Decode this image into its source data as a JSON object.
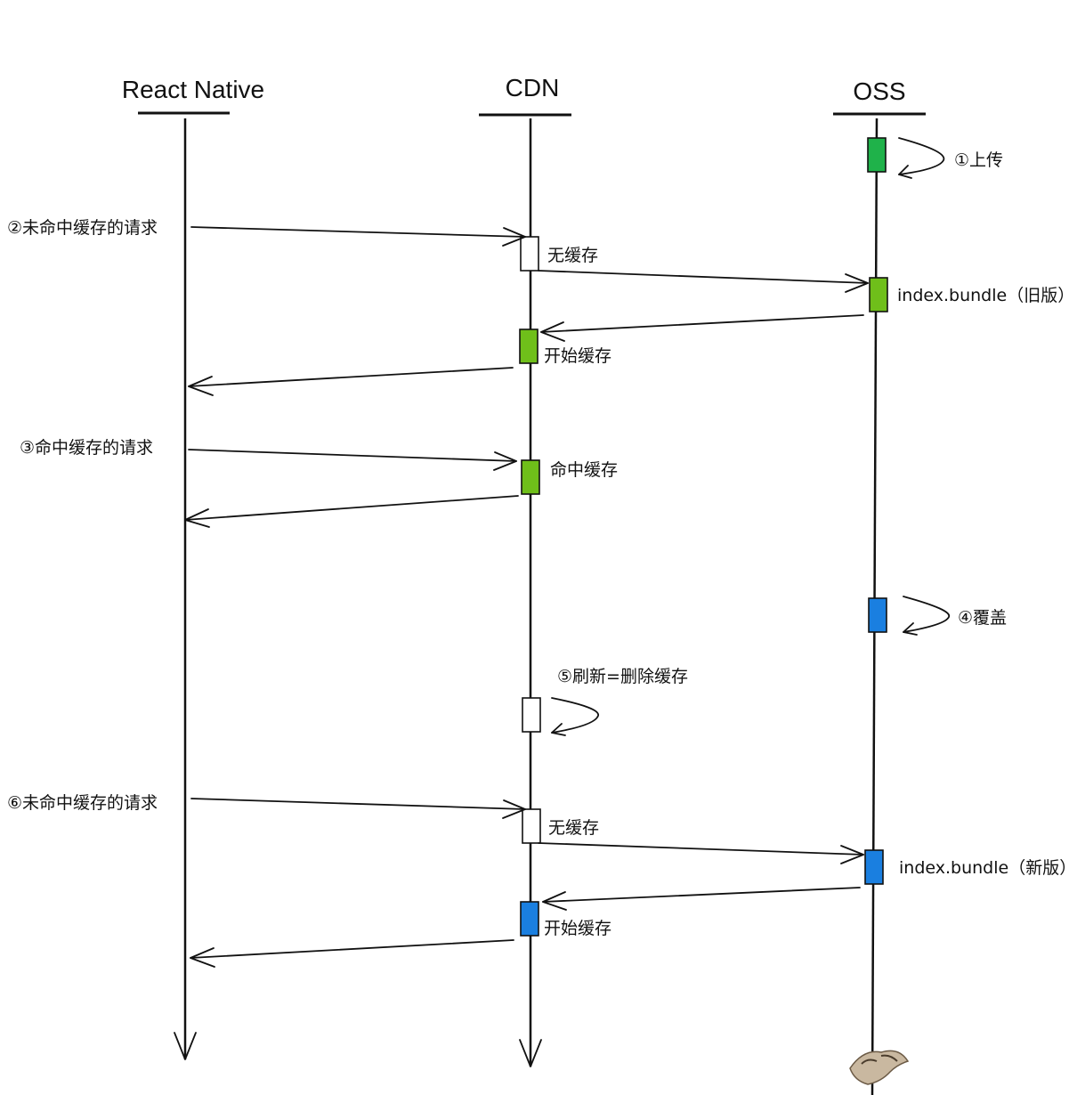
{
  "lanes": {
    "react_native": "React Native",
    "cdn": "CDN",
    "oss": "OSS"
  },
  "steps": {
    "upload": "①上传",
    "miss_request_1": "②未命中缓存的请求",
    "no_cache_1": "无缓存",
    "old_bundle": "index.bundle（旧版）",
    "start_cache_1": "开始缓存",
    "hit_request": "③命中缓存的请求",
    "cache_hit": "命中缓存",
    "overwrite": "④覆盖",
    "refresh": "⑤刷新=删除缓存",
    "miss_request_2": "⑥未命中缓存的请求",
    "no_cache_2": "无缓存",
    "new_bundle": "index.bundle（新版）",
    "start_cache_2": "开始缓存"
  },
  "colors": {
    "green": "#1fb24a",
    "lime": "#6fbf1a",
    "blue": "#1a7fe0",
    "white": "#ffffff",
    "line": "#111111"
  }
}
